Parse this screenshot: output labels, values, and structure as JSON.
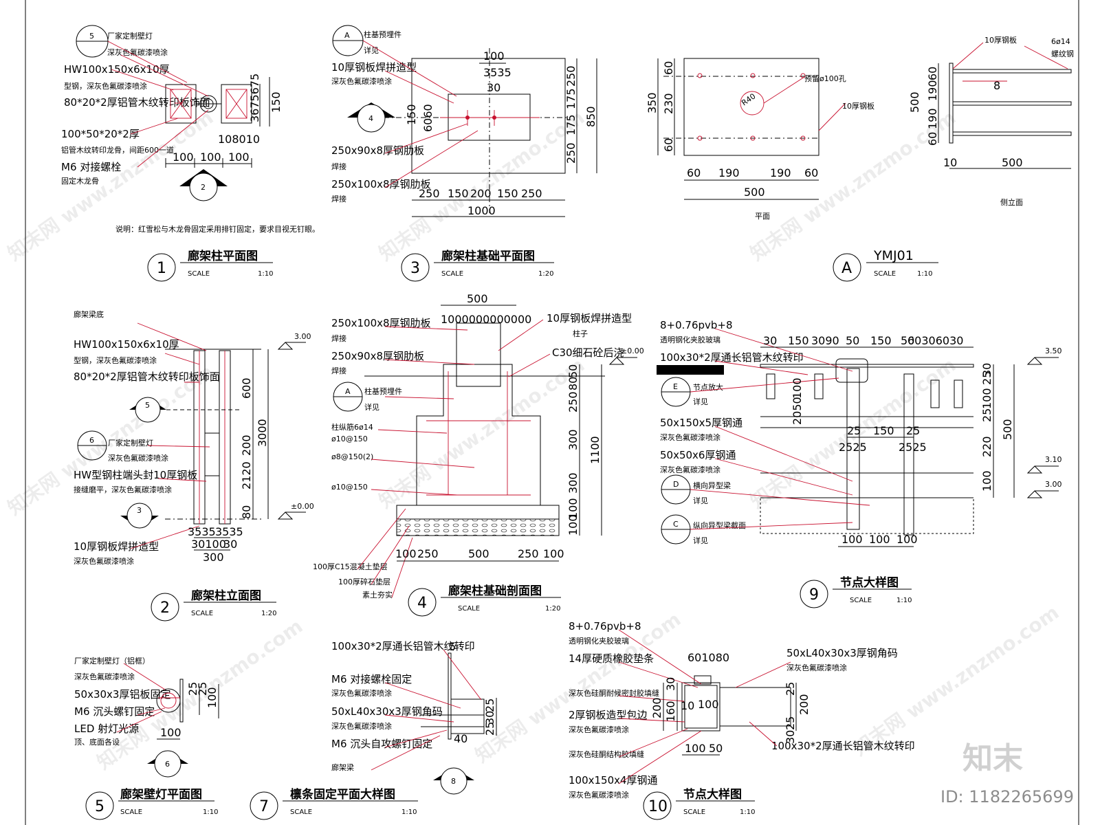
{
  "sheet": {
    "note": "说明：红雪松与木龙骨固定采用排钉固定，要求目视无钉眼。",
    "watermark": "知末网 www.znzmo.com",
    "brand": "知末",
    "id_label": "ID: 1182265699"
  },
  "views": [
    {
      "num": "1",
      "title": "廊架柱平面图",
      "scale_label": "SCALE",
      "scale": "1:10"
    },
    {
      "num": "3",
      "title": "廊架柱基础平面图",
      "scale_label": "SCALE",
      "scale": "1:20"
    },
    {
      "num": "A",
      "title": "YMJ01",
      "scale_label": "SCALE",
      "scale": "1:10"
    },
    {
      "num": "2",
      "title": "廊架柱立面图",
      "scale_label": "SCALE",
      "scale": "1:20"
    },
    {
      "num": "4",
      "title": "廊架柱基础剖面图",
      "scale_label": "SCALE",
      "scale": "1:20"
    },
    {
      "num": "9",
      "title": "节点大样图",
      "scale_label": "SCALE",
      "scale": "1:10"
    },
    {
      "num": "5",
      "title": "廊架壁灯平面图",
      "scale_label": "SCALE",
      "scale": "1:10"
    },
    {
      "num": "7",
      "title": "檩条固定平面大样图",
      "scale_label": "SCALE",
      "scale": "1:10"
    },
    {
      "num": "10",
      "title": "节点大样图",
      "scale_label": "SCALE",
      "scale": "1:10"
    }
  ],
  "v1": {
    "callout_num": "5",
    "section_num": "2",
    "labels": [
      "厂家定制壁灯",
      "深灰色氟碳漆喷涂",
      "HW100x150x6x10厚",
      "型钢，深灰色氟碳漆喷涂",
      "80*20*2厚铝管木纹转印板饰面",
      "100*50*20*2厚",
      "铝管木纹转印龙骨，间距600一道",
      "M6 对接螺栓",
      "固定木龙骨"
    ],
    "dims_bottom": [
      "100",
      "100",
      "100"
    ],
    "dims_mid": "108010",
    "dims_right": [
      "3675675",
      "150"
    ]
  },
  "v3": {
    "callout_num": "A",
    "section_num": "4",
    "labels": [
      "柱基预埋件",
      "详见",
      "10厚钢板焊拼造型",
      "深灰色氟碳漆喷涂",
      "250x90x8厚钢肋板",
      "焊接",
      "250x100x8厚钢肋板",
      "焊接"
    ],
    "dims_top": [
      "100",
      "3535",
      "30"
    ],
    "dims_left": [
      "150",
      "6060"
    ],
    "dims_right": [
      "250",
      "175",
      "175",
      "250"
    ],
    "dim_total_right": "850",
    "dims_bottom": [
      "250",
      "150",
      "200",
      "150",
      "250"
    ],
    "dim_total_bottom": "1000"
  },
  "vA": {
    "labels_plan": [
      "预留ø100孔",
      "10厚钢板"
    ],
    "radius": "R40",
    "dims_left": [
      "60",
      "230",
      "60"
    ],
    "dim_total_left": "350",
    "dims_bottom": [
      "60",
      "190",
      "190",
      "60"
    ],
    "dim_total_bottom": "500",
    "plan_caption": "平面",
    "labels_side": [
      "10厚钢板",
      "6ø14",
      "螺纹钢"
    ],
    "side_angle": "8",
    "dims_side_left": [
      "60",
      "190",
      "190",
      "60"
    ],
    "dim_side_total": "500",
    "dims_side_bottom": [
      "10",
      "500"
    ],
    "side_caption": "侧立面"
  },
  "v2": {
    "labels": [
      "廊架梁底",
      "HW100x150x6x10厚",
      "型钢，深灰色氟碳漆喷涂",
      "80*20*2厚铝管木纹转印板饰面",
      "厂家定制壁灯",
      "深灰色氟碳漆喷涂",
      "HW型钢柱端头封10厚钢板",
      "接缝磨平，深灰色氟碳漆喷涂",
      "10厚钢板焊拼造型",
      "深灰色氟碳漆喷涂"
    ],
    "sections": [
      "5",
      "6",
      "3"
    ],
    "levels": [
      "3.00",
      "±0.00"
    ],
    "dims_right": [
      "600",
      "200",
      "2120",
      "80"
    ],
    "dim_total": "3000",
    "dims_bottom": [
      "3535",
      "3535",
      "30100",
      "30",
      "300"
    ]
  },
  "v4": {
    "callout_num": "A",
    "labels": [
      "250x100x8厚钢肋板",
      "焊接",
      "250x90x8厚钢肋板",
      "焊接",
      "柱基预埋件",
      "详见",
      "柱纵筋6ø14",
      "ø10@150",
      "ø8@150(2)",
      "ø10@150",
      "10厚钢板焊拼造型",
      "柱子",
      "C30细石砼后浇",
      "100厚C15混凝土垫层",
      "100厚碎石垫层",
      "素土夯实"
    ],
    "dims_top": [
      "500",
      "1000000000000"
    ],
    "level": "±0.00",
    "dims_right": [
      "50",
      "80",
      "250",
      "300",
      "300",
      "100",
      "100"
    ],
    "dim_total": "1100",
    "dims_bottom": [
      "100",
      "250",
      "500",
      "250",
      "100"
    ]
  },
  "v9": {
    "labels": [
      "8+0.76pvb+8",
      "透明钢化夹胶玻璃",
      "100x30*2厚通长铝管木纹转印",
      "节点放大",
      "详见",
      "50x150x5厚钢通",
      "深灰色氟碳漆喷涂",
      "50x50x6厚钢通",
      "深灰色氟碳漆喷涂",
      "横向异型梁",
      "详见",
      "纵向异型梁截面",
      "详见"
    ],
    "callouts": [
      "E",
      "D",
      "C"
    ],
    "dims_top": [
      "30",
      "150",
      "3090",
      "50",
      "150",
      "50",
      "60306030"
    ],
    "dims_mid": [
      "25",
      "150",
      "25",
      "2525",
      "2525"
    ],
    "dims_bottom": [
      "100",
      "100",
      "100"
    ],
    "dims_left": [
      "100",
      "2050"
    ],
    "dims_right": [
      "30",
      "25",
      "100",
      "25",
      "220",
      "100"
    ],
    "dim_total": "500",
    "levels": [
      "3.50",
      "3.10",
      "3.00"
    ]
  },
  "v5": {
    "labels": [
      "厂家定制壁灯（铝框）",
      "深灰色氟碳漆喷涂",
      "50x30x3厚铝板固定",
      "M6 沉头螺钉固定",
      "LED 射灯光源",
      "顶、底面各设"
    ],
    "section_num": "6",
    "dims": [
      "25",
      "25",
      "100",
      "100"
    ]
  },
  "v7": {
    "labels": [
      "100x30*2厚通长铝管木纹转印",
      "M6 对接螺栓固定",
      "深灰色氟碳漆喷涂",
      "50xL40x30x3厚钢角码",
      "深灰色氟碳漆喷涂",
      "M6 沉头自攻螺钉固定",
      "廊架梁"
    ],
    "section_num": "8",
    "dims": [
      "5",
      "25",
      "30",
      "25",
      "40"
    ]
  },
  "v10": {
    "labels_left": [
      "8+0.76pvb+8",
      "透明钢化夹胶玻璃",
      "14厚硬质橡胶垫条",
      "深灰色硅酮耐候密封胶填缝",
      "2厚钢板造型包边",
      "深灰色氟碳漆喷涂",
      "深灰色硅酮结构胶填缝",
      "100x150x4厚钢通",
      "深灰色氟碳漆喷涂"
    ],
    "labels_right": [
      "50xL40x30x3厚钢角码",
      "深灰色氟碳漆喷涂",
      "100x30*2厚通长铝管木纹转印"
    ],
    "dims_top": "601080",
    "dims_left": [
      "30",
      "200",
      "160",
      "10",
      "100"
    ],
    "dims_right": [
      "25",
      "200",
      "25",
      "30"
    ],
    "dims_bottom": [
      "100",
      "50"
    ]
  }
}
